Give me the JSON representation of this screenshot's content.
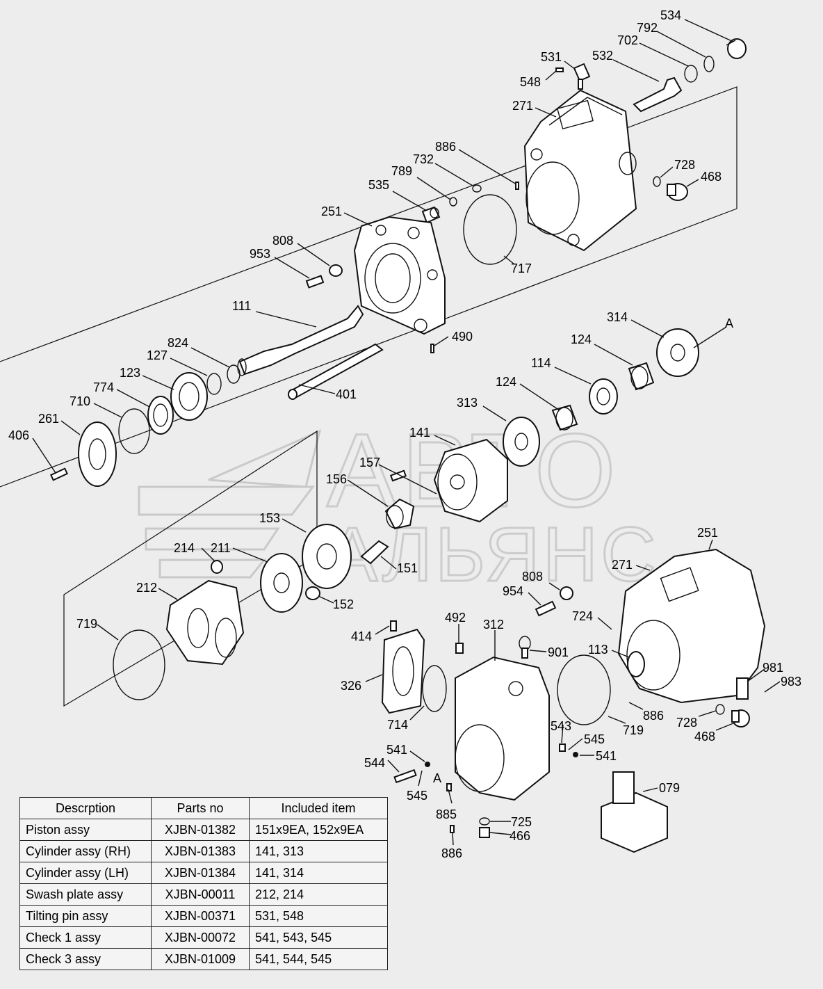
{
  "watermark": {
    "line1": "АВТО",
    "line2": "АЛЬЯНС"
  },
  "view_marker": "A",
  "callouts": [
    {
      "id": "534",
      "text": "534"
    },
    {
      "id": "792",
      "text": "792"
    },
    {
      "id": "702",
      "text": "702"
    },
    {
      "id": "531",
      "text": "531"
    },
    {
      "id": "532",
      "text": "532"
    },
    {
      "id": "548",
      "text": "548"
    },
    {
      "id": "271-top",
      "text": "271"
    },
    {
      "id": "886-top",
      "text": "886"
    },
    {
      "id": "732",
      "text": "732"
    },
    {
      "id": "789",
      "text": "789"
    },
    {
      "id": "535",
      "text": "535"
    },
    {
      "id": "728-top",
      "text": "728"
    },
    {
      "id": "468-top",
      "text": "468"
    },
    {
      "id": "251-top",
      "text": "251"
    },
    {
      "id": "808-top",
      "text": "808"
    },
    {
      "id": "953",
      "text": "953"
    },
    {
      "id": "717",
      "text": "717"
    },
    {
      "id": "111",
      "text": "111"
    },
    {
      "id": "490",
      "text": "490"
    },
    {
      "id": "314",
      "text": "314"
    },
    {
      "id": "A-top",
      "text": "A"
    },
    {
      "id": "824",
      "text": "824"
    },
    {
      "id": "127",
      "text": "127"
    },
    {
      "id": "124-a",
      "text": "124"
    },
    {
      "id": "123",
      "text": "123"
    },
    {
      "id": "114",
      "text": "114"
    },
    {
      "id": "774",
      "text": "774"
    },
    {
      "id": "401",
      "text": "401"
    },
    {
      "id": "124-b",
      "text": "124"
    },
    {
      "id": "710",
      "text": "710"
    },
    {
      "id": "313",
      "text": "313"
    },
    {
      "id": "261",
      "text": "261"
    },
    {
      "id": "406",
      "text": "406"
    },
    {
      "id": "141",
      "text": "141"
    },
    {
      "id": "157",
      "text": "157"
    },
    {
      "id": "156",
      "text": "156"
    },
    {
      "id": "153",
      "text": "153"
    },
    {
      "id": "214",
      "text": "214"
    },
    {
      "id": "211",
      "text": "211"
    },
    {
      "id": "151",
      "text": "151"
    },
    {
      "id": "251-bot",
      "text": "251"
    },
    {
      "id": "271-bot",
      "text": "271"
    },
    {
      "id": "212",
      "text": "212"
    },
    {
      "id": "808-bot",
      "text": "808"
    },
    {
      "id": "152",
      "text": "152"
    },
    {
      "id": "954",
      "text": "954"
    },
    {
      "id": "724",
      "text": "724"
    },
    {
      "id": "719-left",
      "text": "719"
    },
    {
      "id": "492",
      "text": "492"
    },
    {
      "id": "312",
      "text": "312"
    },
    {
      "id": "414",
      "text": "414"
    },
    {
      "id": "901",
      "text": "901"
    },
    {
      "id": "113",
      "text": "113"
    },
    {
      "id": "326",
      "text": "326"
    },
    {
      "id": "981",
      "text": "981"
    },
    {
      "id": "983",
      "text": "983"
    },
    {
      "id": "714",
      "text": "714"
    },
    {
      "id": "886-mid",
      "text": "886"
    },
    {
      "id": "719-right",
      "text": "719"
    },
    {
      "id": "728-bot",
      "text": "728"
    },
    {
      "id": "468-bot",
      "text": "468"
    },
    {
      "id": "543",
      "text": "543"
    },
    {
      "id": "545-a",
      "text": "545"
    },
    {
      "id": "541-a",
      "text": "541"
    },
    {
      "id": "541-b",
      "text": "541"
    },
    {
      "id": "544",
      "text": "544"
    },
    {
      "id": "A-bot",
      "text": "A"
    },
    {
      "id": "545-b",
      "text": "545"
    },
    {
      "id": "079",
      "text": "079"
    },
    {
      "id": "885",
      "text": "885"
    },
    {
      "id": "725",
      "text": "725"
    },
    {
      "id": "466",
      "text": "466"
    },
    {
      "id": "886-bot",
      "text": "886"
    }
  ],
  "table": {
    "headers": [
      "Descrption",
      "Parts no",
      "Included item"
    ],
    "rows": [
      [
        "Piston assy",
        "XJBN-01382",
        "151x9EA, 152x9EA"
      ],
      [
        "Cylinder assy (RH)",
        "XJBN-01383",
        "141, 313"
      ],
      [
        "Cylinder assy (LH)",
        "XJBN-01384",
        "141, 314"
      ],
      [
        "Swash plate assy",
        "XJBN-00011",
        "212, 214"
      ],
      [
        "Tilting pin assy",
        "XJBN-00371",
        "531, 548"
      ],
      [
        "Check 1 assy",
        "XJBN-00072",
        "541, 543, 545"
      ],
      [
        "Check 3 assy",
        "XJBN-01009",
        "541, 544, 545"
      ]
    ]
  }
}
